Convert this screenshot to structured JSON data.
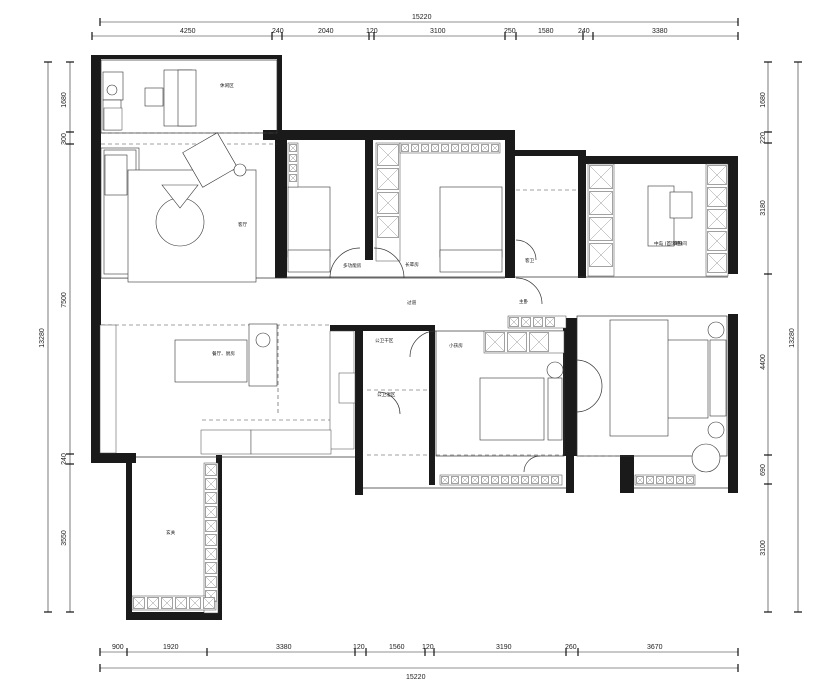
{
  "dimensions": {
    "top_total": "15220",
    "top_segments": [
      "4250",
      "240",
      "2040",
      "120",
      "3100",
      "250",
      "1580",
      "240",
      "3380"
    ],
    "bottom_total": "15220",
    "bottom_segments": [
      "900",
      "1920",
      "3380",
      "120",
      "1560",
      "120",
      "3190",
      "260",
      "3670"
    ],
    "left_total": "13280",
    "left_segments": [
      "1680",
      "300",
      "7500",
      "240",
      "3550"
    ],
    "right_total": "13280",
    "right_segments": [
      "1680",
      "220",
      "3180",
      "4400",
      "690",
      "3100"
    ]
  },
  "rooms": {
    "leisure": "休闲区",
    "living": "客厅",
    "multi_room": "多功能房",
    "elder_room": "长辈房",
    "guest_bath": "客卫",
    "cloakroom": "衣帽间",
    "wardrobe": "中岛\n(首饰柜)",
    "corridor": "过道",
    "master_bath": "主卧",
    "dining": "餐厅、厨房",
    "dry_area": "公卫干区",
    "wet_area": "公卫湿区",
    "kid_room": "小孩房",
    "entrance": "玄关"
  }
}
